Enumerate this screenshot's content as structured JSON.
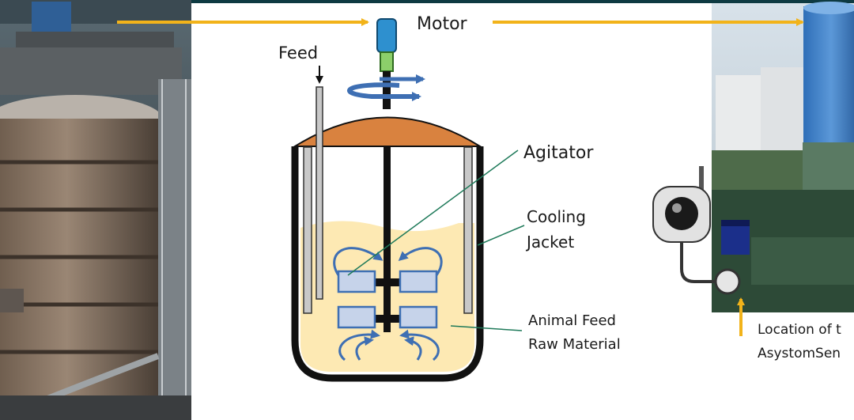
{
  "labels": {
    "motor": "Motor",
    "feed": "Feed",
    "agitator": "Agitator",
    "cooling_jacket_line1": "Cooling",
    "cooling_jacket_line2": "Jacket",
    "raw_material_line1": "Animal Feed",
    "raw_material_line2": "Raw Material",
    "sensor_location_line1": "Location of t",
    "sensor_location_line2": "AsystomSen"
  },
  "colors": {
    "arrow_orange": "#f2b31a",
    "dome_orange": "#d9823f",
    "liquid_cream": "#fde9b3",
    "motor_blue": "#2e90cf",
    "coupling_green": "#8ccf6a",
    "flow_blue": "#3e6fb3",
    "leader_green": "#1f7a5a",
    "blade_fill": "#c6d3ea"
  },
  "icons": {
    "sensor": "vibration-sensor-icon"
  }
}
